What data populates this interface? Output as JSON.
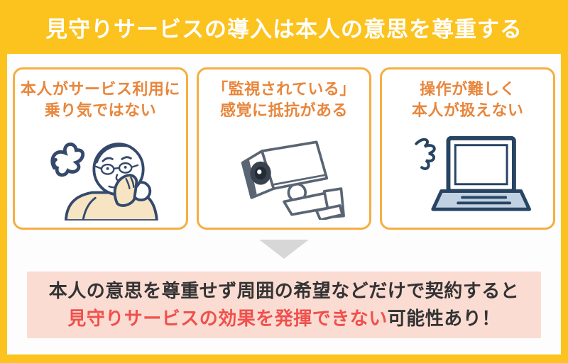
{
  "header": {
    "title": "見守りサービスの導入は本人の意思を尊重する"
  },
  "cards": [
    {
      "title_line1": "本人がサービス利用に",
      "title_line2": "乗り気ではない",
      "illustration": "worried-elderly-woman-icon"
    },
    {
      "title_line1": "「監視されている」",
      "title_line2": "感覚に抵抗がある",
      "illustration": "security-camera-icon"
    },
    {
      "title_line1": "操作が難しく",
      "title_line2": "本人が扱えない",
      "illustration": "laptop-icon"
    }
  ],
  "arrow": {
    "icon": "down-arrow-icon"
  },
  "conclusion": {
    "line1": "本人の意思を尊重せず周囲の希望などだけで契約すると",
    "line2_highlight": "見守りサービスの効果を発揮できない",
    "line2_rest": "可能性あり！"
  },
  "colors": {
    "background_yellow": "#FCC21E",
    "panel_white": "#FDFDFD",
    "card_border_orange": "#F6AE41",
    "card_heading_orange": "#E8863C",
    "illustration_navy": "#34496B",
    "camera_gray": "#5A6573",
    "cardigan_beige": "#F7E4C3",
    "laptop_blue": "#C2D1E2",
    "arrow_gray": "#D7D7D7",
    "conclusion_pink": "#FBDCD3",
    "conclusion_dark_text": "#333333",
    "conclusion_red_text": "#F0504C",
    "title_white": "#FFFFFF"
  }
}
